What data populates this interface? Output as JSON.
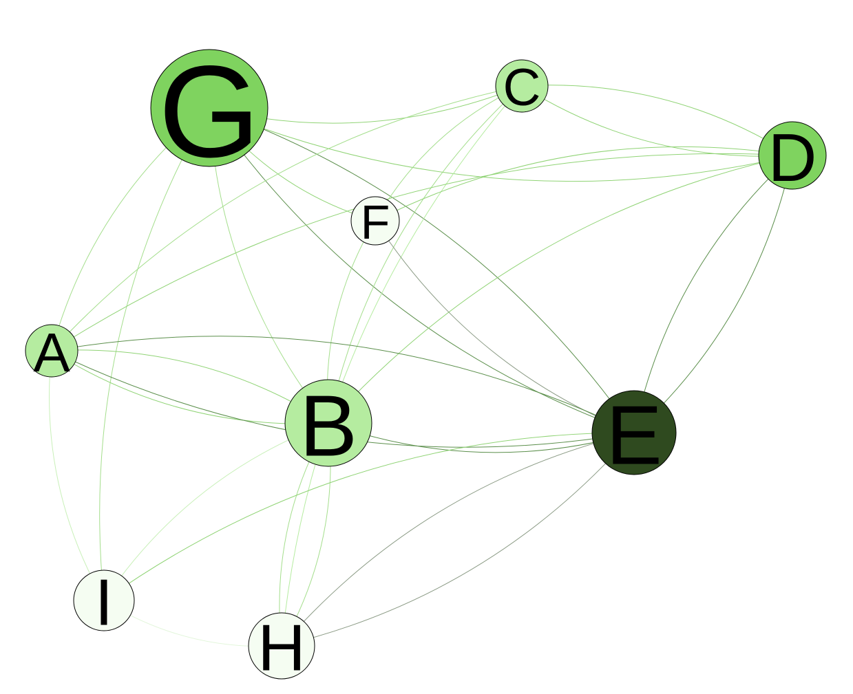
{
  "graph": {
    "nodes": [
      {
        "id": "G",
        "label": "G",
        "fill": "#7fd35f"
      },
      {
        "id": "C",
        "label": "C",
        "fill": "#b5eca0"
      },
      {
        "id": "D",
        "label": "D",
        "fill": "#7fd35f"
      },
      {
        "id": "F",
        "label": "F",
        "fill": "#f5fdf2"
      },
      {
        "id": "A",
        "label": "A",
        "fill": "#b5eca0"
      },
      {
        "id": "B",
        "label": "B",
        "fill": "#b5eca0"
      },
      {
        "id": "E",
        "label": "E",
        "fill": "#2f4a1f"
      },
      {
        "id": "I",
        "label": "I",
        "fill": "#f5fdf2"
      },
      {
        "id": "H",
        "label": "H",
        "fill": "#f5fdf2"
      }
    ],
    "edges": [
      {
        "source": "G",
        "target": "C",
        "color": "#8fd374"
      },
      {
        "source": "G",
        "target": "D",
        "color": "#8fd374"
      },
      {
        "source": "G",
        "target": "F",
        "color": "#8fd374"
      },
      {
        "source": "G",
        "target": "E",
        "color": "#5a8e4a"
      },
      {
        "source": "G",
        "target": "E",
        "color": "#5a8e4a"
      },
      {
        "source": "G",
        "target": "A",
        "color": "#a4de8c"
      },
      {
        "source": "G",
        "target": "I",
        "color": "#a4de8c"
      },
      {
        "source": "G",
        "target": "B",
        "color": "#a4de8c"
      },
      {
        "source": "C",
        "target": "D",
        "color": "#8fd374"
      },
      {
        "source": "C",
        "target": "D",
        "color": "#8fd374"
      },
      {
        "source": "C",
        "target": "F",
        "color": "#a4de8c"
      },
      {
        "source": "C",
        "target": "A",
        "color": "#a4de8c"
      },
      {
        "source": "C",
        "target": "B",
        "color": "#a4de8c"
      },
      {
        "source": "C",
        "target": "H",
        "color": "#b5eca0"
      },
      {
        "source": "D",
        "target": "F",
        "color": "#8fd374"
      },
      {
        "source": "D",
        "target": "E",
        "color": "#5a8e4a"
      },
      {
        "source": "D",
        "target": "E",
        "color": "#5a8e4a"
      },
      {
        "source": "D",
        "target": "A",
        "color": "#8fd374"
      },
      {
        "source": "D",
        "target": "B",
        "color": "#8fd374"
      },
      {
        "source": "F",
        "target": "E",
        "color": "#8a9a84"
      },
      {
        "source": "F",
        "target": "B",
        "color": "#a4de8c"
      },
      {
        "source": "A",
        "target": "B",
        "color": "#8fd374"
      },
      {
        "source": "A",
        "target": "B",
        "color": "#8fd374"
      },
      {
        "source": "A",
        "target": "E",
        "color": "#5a8e4a"
      },
      {
        "source": "A",
        "target": "E",
        "color": "#5a8e4a"
      },
      {
        "source": "A",
        "target": "I",
        "color": "#c8f0b8"
      },
      {
        "source": "B",
        "target": "E",
        "color": "#5a8e4a"
      },
      {
        "source": "B",
        "target": "I",
        "color": "#c8f0b8"
      },
      {
        "source": "B",
        "target": "H",
        "color": "#a4de8c"
      },
      {
        "source": "B",
        "target": "H",
        "color": "#a4de8c"
      },
      {
        "source": "E",
        "target": "H",
        "color": "#8a9a84"
      },
      {
        "source": "E",
        "target": "H",
        "color": "#8a9a84"
      },
      {
        "source": "E",
        "target": "I",
        "color": "#8fd374"
      },
      {
        "source": "I",
        "target": "H",
        "color": "#e2f6da"
      }
    ]
  }
}
